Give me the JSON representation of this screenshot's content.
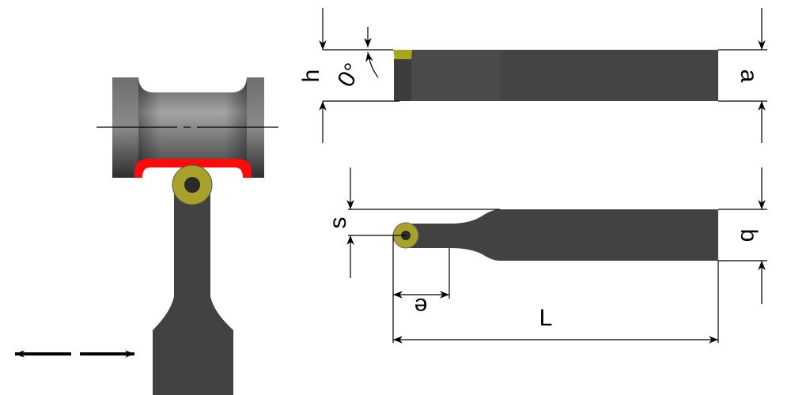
{
  "labels": {
    "h": "h",
    "angle": "0°",
    "a": "a",
    "s": "s",
    "b": "b",
    "e": "e",
    "L": "L"
  },
  "colors": {
    "tool_body": "#424242",
    "insert": "#a8a12a",
    "insert_hole": "#2a2a2a",
    "contour": "#ff0a0a",
    "roller": "#7a7a7a"
  }
}
